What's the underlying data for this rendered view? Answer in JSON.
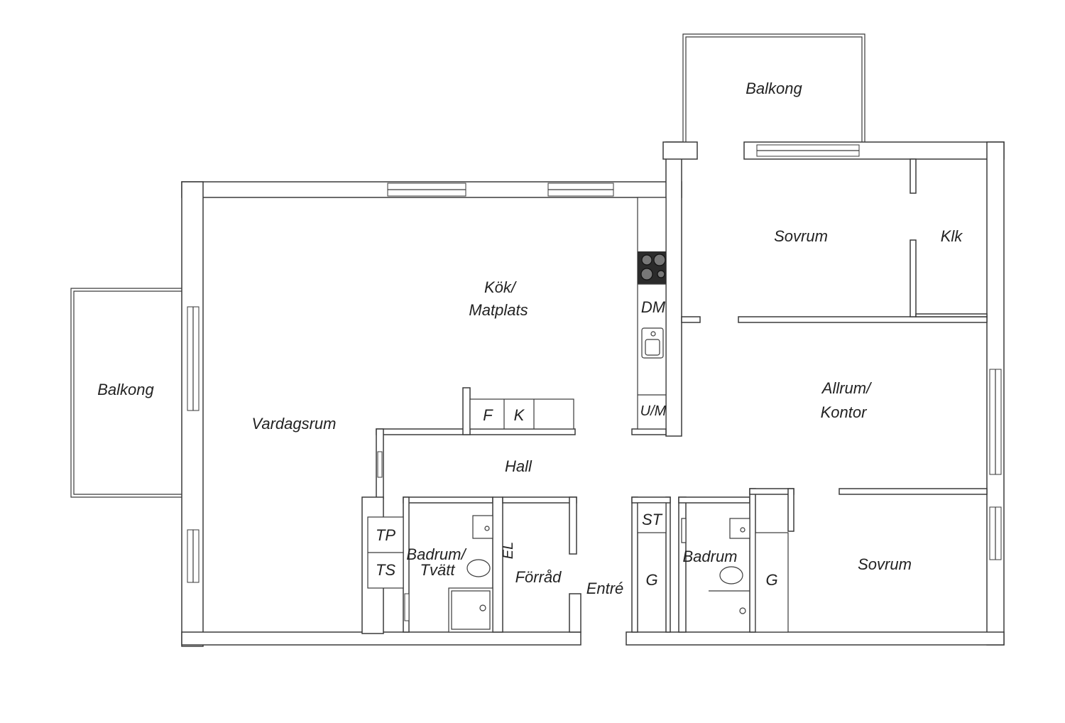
{
  "rooms": {
    "balkong_top": "Balkong",
    "balkong_left": "Balkong",
    "sovrum_top": "Sovrum",
    "klk": "Klk",
    "kok_line1": "Kök/",
    "kok_line2": "Matplats",
    "allrum_line1": "Allrum/",
    "allrum_line2": "Kontor",
    "vardagsrum": "Vardagsrum",
    "hall": "Hall",
    "badrum_tvatt_line1": "Badrum/",
    "badrum_tvatt_line2": "Tvätt",
    "forrad": "Förråd",
    "entre": "Entré",
    "badrum": "Badrum",
    "sovrum_bottom": "Sovrum"
  },
  "fixtures": {
    "dm": "DM",
    "um": "U/M",
    "f": "F",
    "k": "K",
    "tp": "TP",
    "ts": "TS",
    "el": "EL",
    "st": "ST",
    "g_left": "G",
    "g_right": "G"
  },
  "colors": {
    "line": "#3a3a3a",
    "background": "#ffffff",
    "hob": "#2b2b2b"
  }
}
